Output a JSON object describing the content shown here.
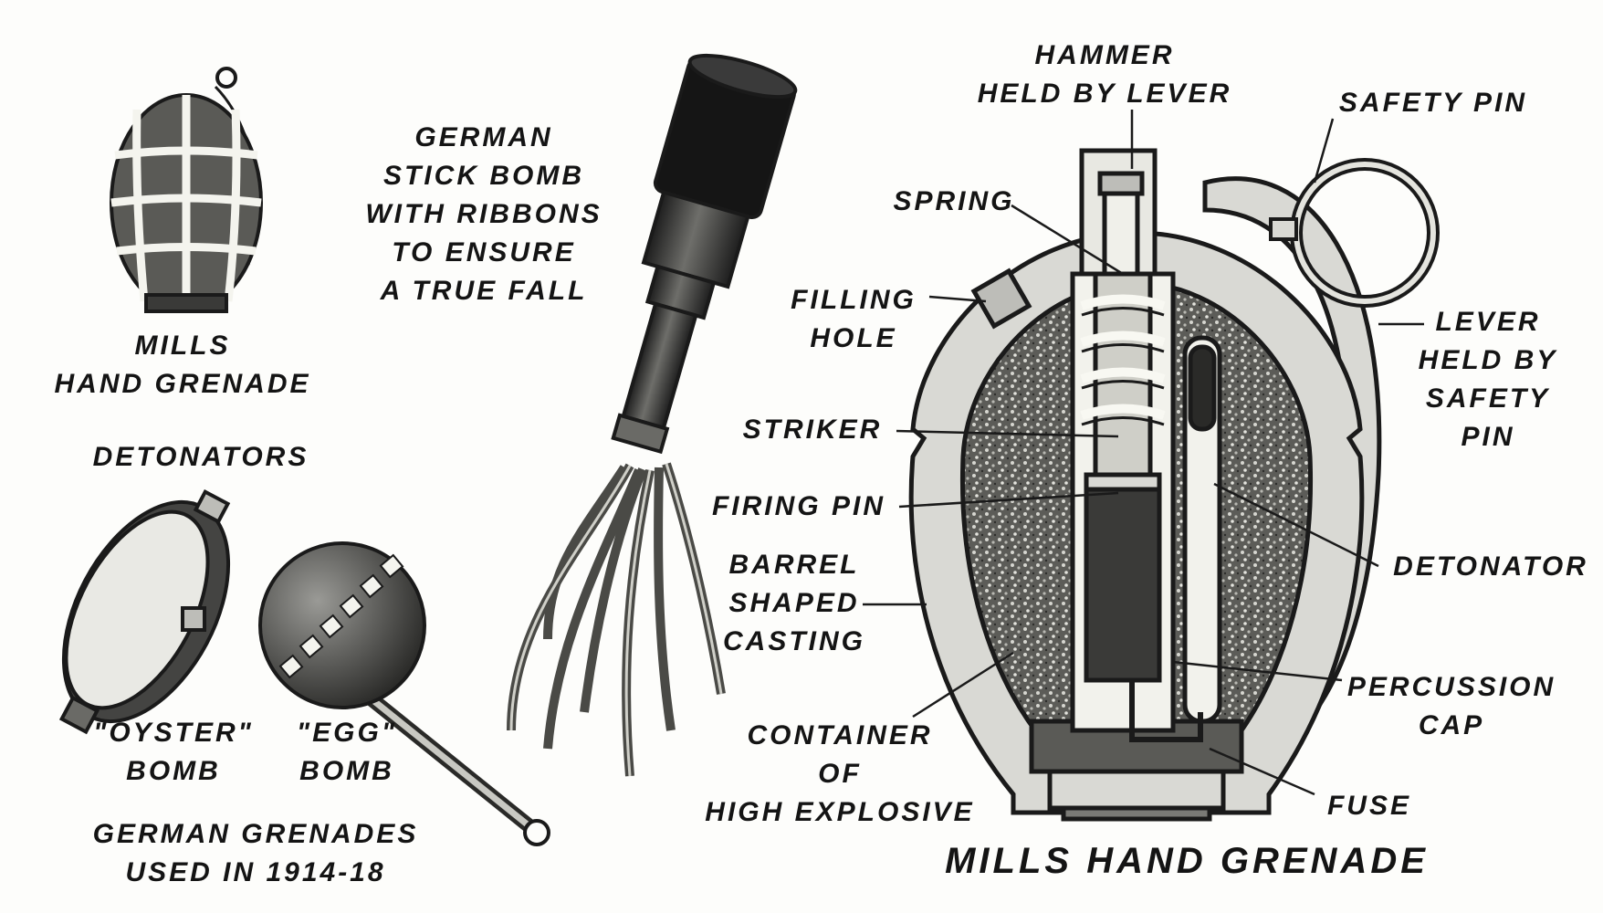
{
  "colors": {
    "ink": "#141414",
    "casing": "#d9d9d4",
    "casing_stroke": "#222222",
    "explosive": "#6b6b66",
    "metal_dark": "#2a2a2a",
    "metal_mid": "#8a8a86",
    "paper": "#fdfdfb"
  },
  "labels": {
    "mills_small": [
      "MILLS",
      "HAND GRENADE"
    ],
    "detonators": "DETONATORS",
    "oyster": [
      "\"OYSTER\"",
      "BOMB"
    ],
    "egg": [
      "\"EGG\"",
      "BOMB"
    ],
    "german_grenades": [
      "GERMAN GRENADES",
      "USED IN 1914-18"
    ],
    "stick_bomb": [
      "GERMAN",
      "STICK BOMB",
      "WITH RIBBONS",
      "TO ENSURE",
      "A TRUE FALL"
    ],
    "hammer": [
      "HAMMER",
      "HELD BY LEVER"
    ],
    "safety_pin": "SAFETY PIN",
    "spring": "SPRING",
    "filling_hole": [
      "FILLING",
      "HOLE"
    ],
    "lever": [
      "LEVER",
      "HELD BY",
      "SAFETY",
      "PIN"
    ],
    "striker": "STRIKER",
    "firing_pin": "FIRING PIN",
    "detonator": "DETONATOR",
    "barrel": [
      "BARREL",
      "SHAPED",
      "CASTING"
    ],
    "percussion_cap": [
      "PERCUSSION",
      "CAP"
    ],
    "container": [
      "CONTAINER",
      "OF",
      "HIGH EXPLOSIVE"
    ],
    "fuse": "FUSE",
    "mills_main_title": "MILLS HAND GRENADE"
  },
  "icons": [
    "mills-grenade-icon",
    "oyster-bomb-icon",
    "egg-bomb-icon",
    "stick-bomb-icon",
    "mills-cutaway-icon",
    "safety-pin-ring-icon"
  ]
}
